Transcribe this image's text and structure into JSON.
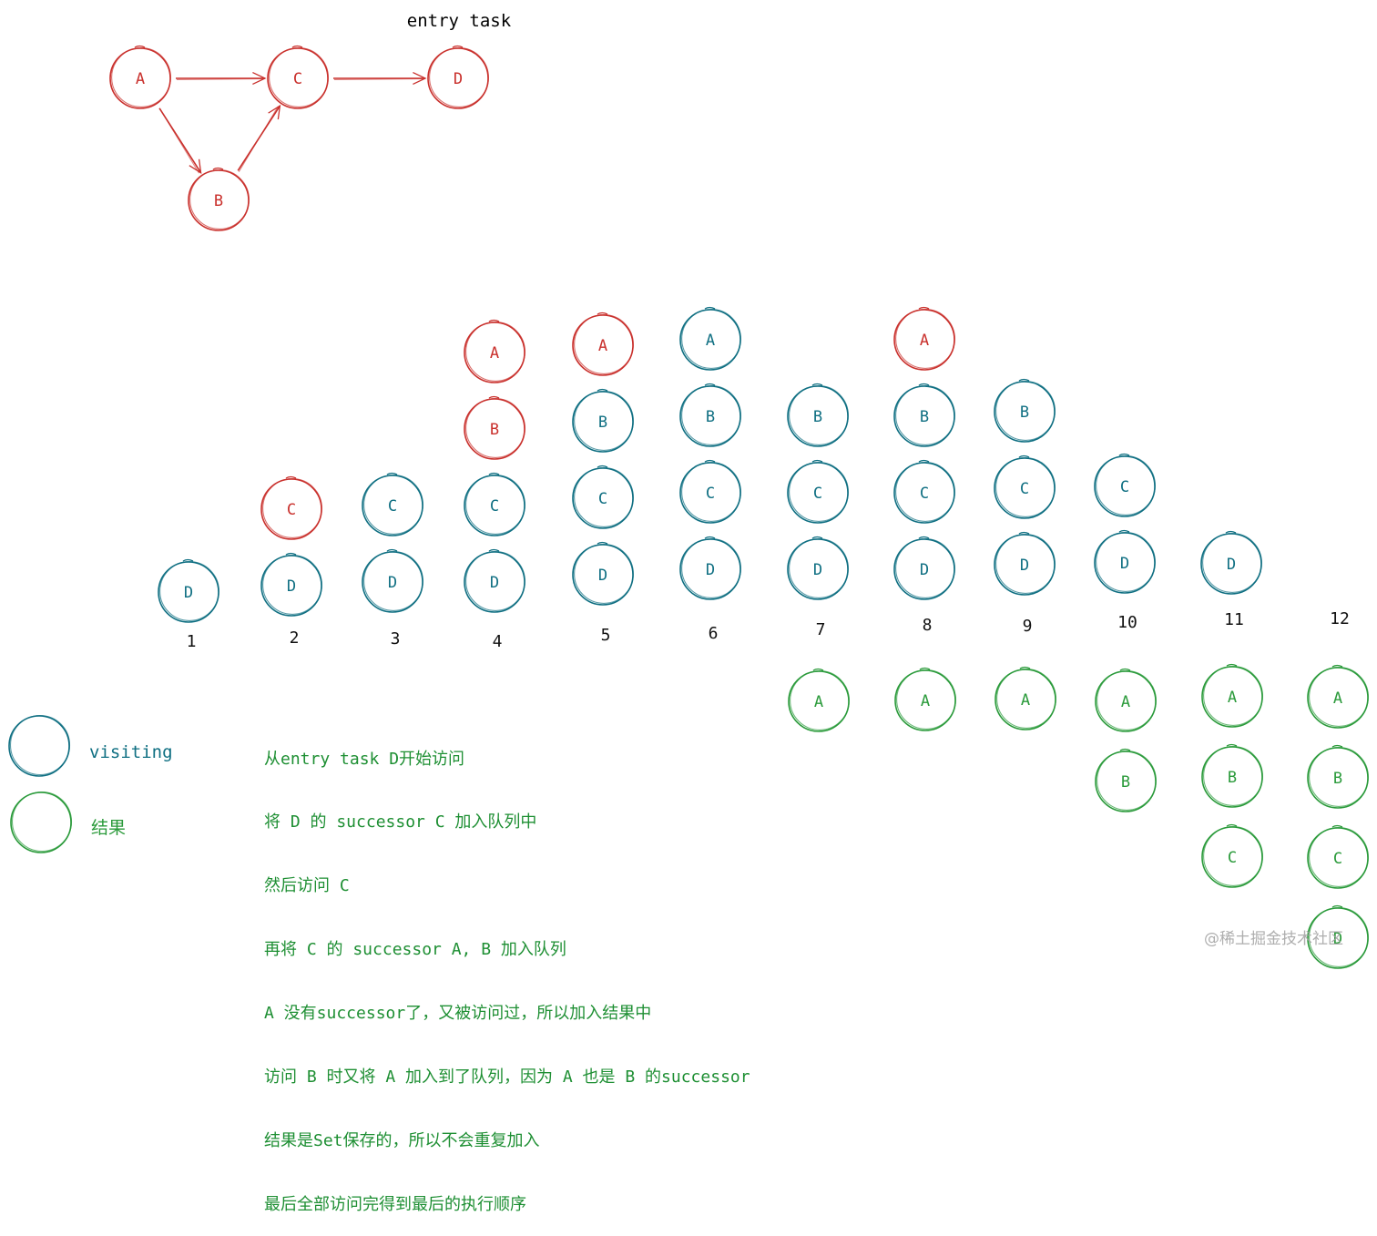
{
  "colors": {
    "red": "#c9302c",
    "teal": "#0f6f82",
    "green": "#2a9a3a",
    "text_black": "#111111"
  },
  "graph": {
    "title": "entry task",
    "nodes": [
      {
        "id": "A",
        "label": "A"
      },
      {
        "id": "B",
        "label": "B"
      },
      {
        "id": "C",
        "label": "C"
      },
      {
        "id": "D",
        "label": "D"
      }
    ],
    "edges": [
      {
        "from": "A",
        "to": "C"
      },
      {
        "from": "A",
        "to": "B"
      },
      {
        "from": "B",
        "to": "C"
      },
      {
        "from": "C",
        "to": "D"
      }
    ]
  },
  "steps": [
    {
      "label": "1",
      "stack": [
        {
          "n": "D",
          "s": "visiting"
        }
      ],
      "result": []
    },
    {
      "label": "2",
      "stack": [
        {
          "n": "C",
          "s": "queued"
        },
        {
          "n": "D",
          "s": "visiting"
        }
      ],
      "result": []
    },
    {
      "label": "3",
      "stack": [
        {
          "n": "C",
          "s": "visiting"
        },
        {
          "n": "D",
          "s": "visiting"
        }
      ],
      "result": []
    },
    {
      "label": "4",
      "stack": [
        {
          "n": "A",
          "s": "queued"
        },
        {
          "n": "B",
          "s": "queued"
        },
        {
          "n": "C",
          "s": "visiting"
        },
        {
          "n": "D",
          "s": "visiting"
        }
      ],
      "result": []
    },
    {
      "label": "5",
      "stack": [
        {
          "n": "A",
          "s": "queued"
        },
        {
          "n": "B",
          "s": "visiting"
        },
        {
          "n": "C",
          "s": "visiting"
        },
        {
          "n": "D",
          "s": "visiting"
        }
      ],
      "result": []
    },
    {
      "label": "6",
      "stack": [
        {
          "n": "A",
          "s": "visiting"
        },
        {
          "n": "B",
          "s": "visiting"
        },
        {
          "n": "C",
          "s": "visiting"
        },
        {
          "n": "D",
          "s": "visiting"
        }
      ],
      "result": []
    },
    {
      "label": "7",
      "stack": [
        {
          "n": "B",
          "s": "visiting"
        },
        {
          "n": "C",
          "s": "visiting"
        },
        {
          "n": "D",
          "s": "visiting"
        }
      ],
      "result": [
        "A"
      ]
    },
    {
      "label": "8",
      "stack": [
        {
          "n": "A",
          "s": "queued"
        },
        {
          "n": "B",
          "s": "visiting"
        },
        {
          "n": "C",
          "s": "visiting"
        },
        {
          "n": "D",
          "s": "visiting"
        }
      ],
      "result": [
        "A"
      ]
    },
    {
      "label": "9",
      "stack": [
        {
          "n": "B",
          "s": "visiting"
        },
        {
          "n": "C",
          "s": "visiting"
        },
        {
          "n": "D",
          "s": "visiting"
        }
      ],
      "result": [
        "A"
      ]
    },
    {
      "label": "10",
      "stack": [
        {
          "n": "C",
          "s": "visiting"
        },
        {
          "n": "D",
          "s": "visiting"
        }
      ],
      "result": [
        "A",
        "B"
      ]
    },
    {
      "label": "11",
      "stack": [
        {
          "n": "D",
          "s": "visiting"
        }
      ],
      "result": [
        "A",
        "B",
        "C"
      ]
    },
    {
      "label": "12",
      "stack": [],
      "result": [
        "A",
        "B",
        "C",
        "D"
      ]
    }
  ],
  "legend": {
    "visiting": "visiting",
    "result": "结果"
  },
  "notes": [
    "从entry task D开始访问",
    "将 D 的 successor C 加入队列中",
    "然后访问 C",
    "再将 C 的 successor A, B 加入队列",
    "A 没有successor了，又被访问过，所以加入结果中",
    "访问 B 时又将 A 加入到了队列，因为 A 也是 B 的successor",
    "结果是Set保存的，所以不会重复加入",
    "最后全部访问完得到最后的执行顺序"
  ],
  "watermark": "@稀土掘金技术社区"
}
